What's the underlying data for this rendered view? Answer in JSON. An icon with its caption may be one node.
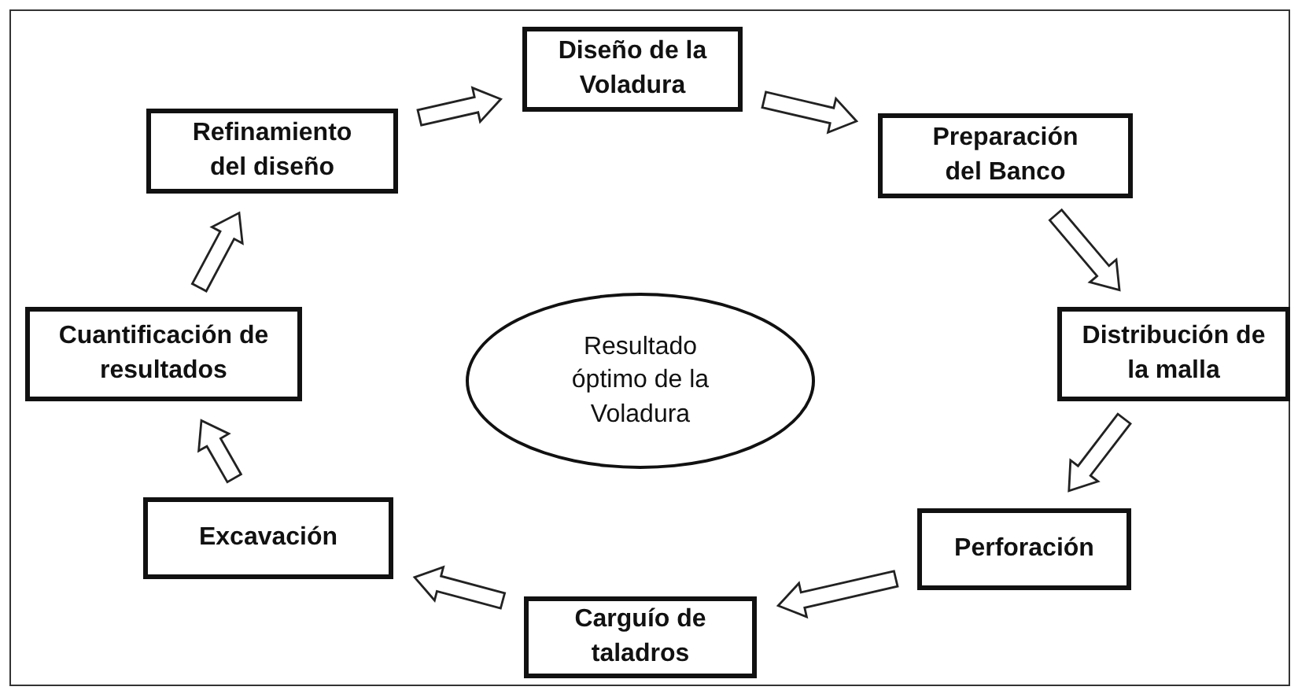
{
  "diagram": {
    "nodes": [
      {
        "text": [
          "Diseño de la Voladura"
        ]
      },
      {
        "text": [
          "Preparación del Banco"
        ]
      },
      {
        "text": [
          "Distribución de la malla"
        ]
      },
      {
        "text": [
          "Perforación"
        ]
      },
      {
        "text": [
          "Carguío de taladros"
        ]
      },
      {
        "text": [
          "Excavación"
        ]
      },
      {
        "text": [
          "Cuantificación de  resultados"
        ]
      },
      {
        "text": [
          "Refinamiento del diseño"
        ]
      },
      {
        "text": [
          "Resultado óptimo de la Voladura"
        ]
      }
    ],
    "edges": [
      {
        "from": 0,
        "to": 1,
        "arrow": "to"
      },
      {
        "from": 1,
        "to": 2,
        "arrow": "to"
      },
      {
        "from": 2,
        "to": 3,
        "arrow": "to"
      },
      {
        "from": 3,
        "to": 4,
        "arrow": "to"
      },
      {
        "from": 4,
        "to": 5,
        "arrow": "to"
      },
      {
        "from": 5,
        "to": 6,
        "arrow": "to"
      },
      {
        "from": 6,
        "to": 7,
        "arrow": "to"
      },
      {
        "from": 7,
        "to": 0,
        "arrow": "to"
      }
    ]
  }
}
